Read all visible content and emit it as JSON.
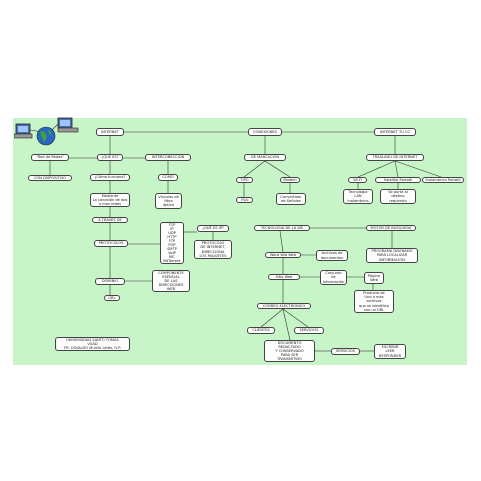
{
  "colors": {
    "background": "#c8f5c8",
    "node_fill": "#fdfdfd",
    "node_border": "#444444",
    "edge": "#333333"
  },
  "icons": {
    "header": "networked-computers-globe-icon"
  },
  "nodes": {
    "internet": "INTERNET",
    "conexiones": "CONEXIONES",
    "internet_tu_cc": "INTERNET TU CC",
    "red_de_redes": "\"Red de Redes\"",
    "que_es": "¿QUE ES?",
    "interconexion": "INTERCONECCIÓN",
    "de_marcacion": "DE MARCACIÓN",
    "traslado_internet": "TRASLADO DE INTERNET",
    "con_dispositivo": "CON DISPOSITIVO",
    "como_funciona": "¿Cómo funciona?",
    "como": "CÓMO",
    "tipo": "TIPO",
    "modem": "Modem",
    "wifi": "Wi-Fi",
    "satelital_portatil": "Satelital Portatil",
    "inalambrica_portatil": "Inalambrica Portatil",
    "mediante_conexion": "Mediante\nLa conexión de dos\no mas redes",
    "vinculos_fibra": "Vinculos de\nfibra\nóptica",
    "fija": "FIJA",
    "convertidor_senales": "Convertidor\nde Señales",
    "tecnologia_lan": "Tecnologia\nLAN\nInalambrica",
    "se_porta": "Se porta al\ndestino\nrequerido",
    "a_traves_de": "A TRAVÉS DE",
    "protocolos": "PROTOCOLOS",
    "protocol_list": "TCP\nIP\nUDP\nHTTP\nFTP\nPOP\nSMTP\nVoIP\nIRC\nBitTorrent",
    "que_es_ip": "¿QUÉ ES IP?",
    "protocolo_internet": "PROTOCOLO\nDE INTERNET,\nDIRECCIONA\nLOS PAQUETES",
    "tecnologia_web": "TECNOLOGIA DE LA WE",
    "motor_busqueda": "MOTOR DE BÚSQUEDA",
    "world_wide_web": "Word Wid Web",
    "archivos_documentos": "Archivos de\ndocumentos",
    "programa_localizar": "PROGRAMA DISEÑADO\nPARA LOCALIZAR\nINFORMACIÓN",
    "dominio": "DOMINIO",
    "componente_esencial": "COMPONENTE\nESENCIAL\nDE LAS\nDIRECCIONES\nWEB",
    "sitio_web": "Sitio Web",
    "conjunto_informacion": "Conjunto\nde\nInformación",
    "pagina_web": "Página\nWeb",
    "url": "URL",
    "producto_archivos": "Producto de\nUno o mas\narchivos\nque se identifica\ncon un URL",
    "correo_electronico": "CORREO ELECTRONICO",
    "clientes": "CLIENTES",
    "servicios_1": "SERVICIOS",
    "universidad": "UNIVERSIDAD SANTO TOMAS\nVUAD\nFR. OSVALDO Murillo Lérès, O.P.",
    "documento_redactado": "DOCUMENTO\nREDACTADO\nY CONSERVADO\nPARA SER\nTRANSMITIDO",
    "servicios_2": "SERVICIOS",
    "escribir_leer": "ESCRIBIR\nLEER\nRESPONDER"
  }
}
